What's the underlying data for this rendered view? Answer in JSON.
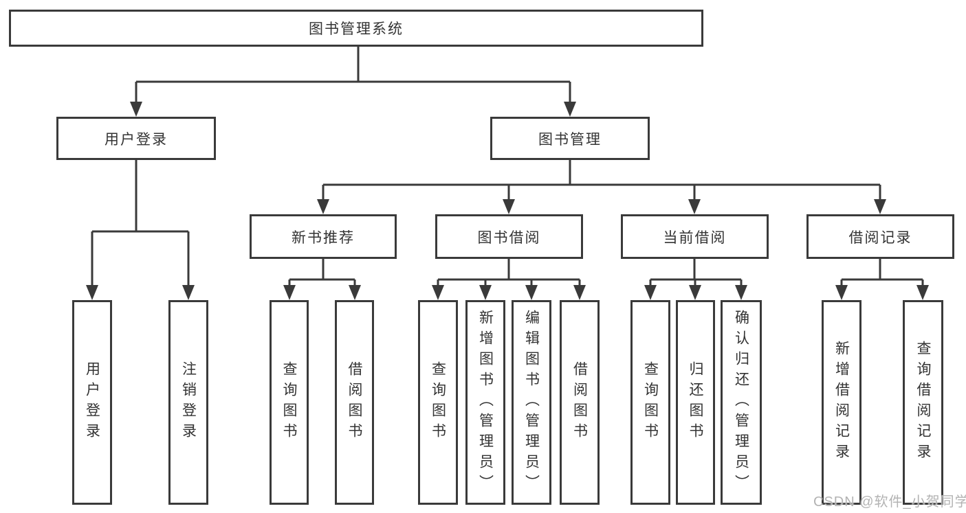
{
  "diagram": {
    "root": {
      "label": "图书管理系统"
    },
    "level2": [
      {
        "id": "user-login",
        "label": "用户登录"
      },
      {
        "id": "book-management",
        "label": "图书管理"
      }
    ],
    "level3": [
      {
        "id": "new-book-recommend",
        "label": "新书推荐"
      },
      {
        "id": "book-borrow",
        "label": "图书借阅"
      },
      {
        "id": "current-borrow",
        "label": "当前借阅"
      },
      {
        "id": "borrow-record",
        "label": "借阅记录"
      }
    ],
    "leaves": [
      {
        "id": "user-login-leaf",
        "label": "用户登录"
      },
      {
        "id": "logout",
        "label": "注销登录"
      },
      {
        "id": "recommend-query-book",
        "label": "查询图书"
      },
      {
        "id": "recommend-borrow-book",
        "label": "借阅图书"
      },
      {
        "id": "borrow-query-book",
        "label": "查询图书"
      },
      {
        "id": "borrow-add-book",
        "label": "新增图书（管理员）"
      },
      {
        "id": "borrow-edit-book",
        "label": "编辑图书（管理员）"
      },
      {
        "id": "borrow-borrow-book",
        "label": "借阅图书"
      },
      {
        "id": "current-query-book",
        "label": "查询图书"
      },
      {
        "id": "current-return-book",
        "label": "归还图书"
      },
      {
        "id": "current-confirm-return",
        "label": "确认归还（管理员）"
      },
      {
        "id": "record-add",
        "label": "新增借阅记录"
      },
      {
        "id": "record-query",
        "label": "查询借阅记录"
      }
    ],
    "colors": {
      "line": "#3a3a3a",
      "text": "#333333",
      "background": "#ffffff",
      "watermark": "#b3b3b3"
    },
    "watermark": "CSDN @软件_小贺同学"
  }
}
